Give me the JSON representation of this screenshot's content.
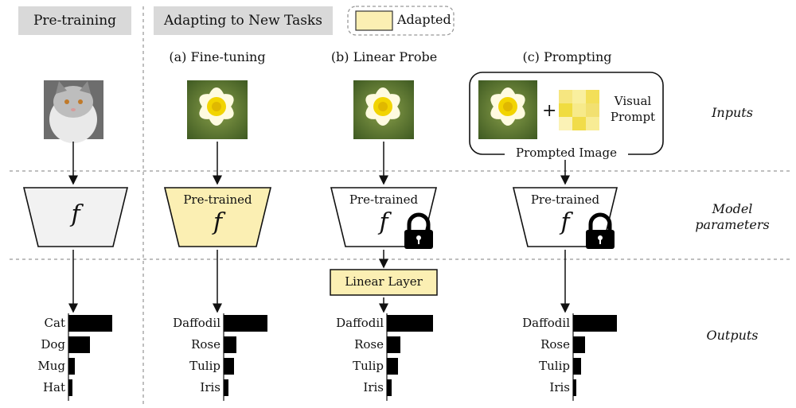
{
  "headers": {
    "pretraining": "Pre-training",
    "adapting": "Adapting to New Tasks",
    "legend_adapted": "Adapted"
  },
  "methods": {
    "finetuning": "(a) Fine-tuning",
    "linear_probe": "(b) Linear Probe",
    "prompting": "(c) Prompting"
  },
  "row_labels": {
    "inputs": "Inputs",
    "model_params_1": "Model",
    "model_params_2": "parameters",
    "outputs": "Outputs"
  },
  "model": {
    "pretrained_label": "Pre-trained",
    "f_symbol": "f"
  },
  "prompting": {
    "visual_prompt_1": "Visual",
    "visual_prompt_2": "Prompt",
    "plus": "+",
    "prompted_image": "Prompted Image"
  },
  "linear_layer": "Linear Layer",
  "colors": {
    "adapted_fill": "#fbefb3",
    "header_gray": "#d9d9d9",
    "frozen_fill": "#ffffff",
    "pretrain_fill": "#f2f2f2"
  },
  "chart_data": [
    {
      "type": "bar",
      "categories": [
        "Cat",
        "Dog",
        "Mug",
        "Hat"
      ],
      "values": [
        0.55,
        0.27,
        0.08,
        0.05
      ]
    },
    {
      "type": "bar",
      "categories": [
        "Daffodil",
        "Rose",
        "Tulip",
        "Iris"
      ],
      "values": [
        0.55,
        0.16,
        0.13,
        0.06
      ]
    },
    {
      "type": "bar",
      "categories": [
        "Daffodil",
        "Rose",
        "Tulip",
        "Iris"
      ],
      "values": [
        0.58,
        0.17,
        0.14,
        0.06
      ]
    },
    {
      "type": "bar",
      "categories": [
        "Daffodil",
        "Rose",
        "Tulip",
        "Iris"
      ],
      "values": [
        0.55,
        0.15,
        0.1,
        0.04
      ]
    }
  ]
}
